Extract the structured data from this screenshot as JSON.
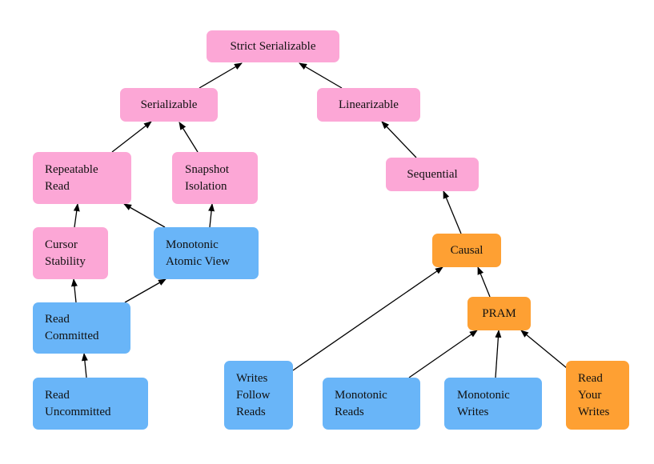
{
  "diagram": {
    "colors": {
      "pink": "#fca7d6",
      "blue": "#69b5f8",
      "orange": "#fea033",
      "edge": "#000000"
    },
    "nodes": {
      "strict_serializable": {
        "lines": [
          "Strict Serializable"
        ]
      },
      "serializable": {
        "lines": [
          "Serializable"
        ]
      },
      "linearizable": {
        "lines": [
          "Linearizable"
        ]
      },
      "repeatable_read": {
        "lines": [
          "Repeatable",
          "Read"
        ]
      },
      "snapshot_isolation": {
        "lines": [
          "Snapshot",
          "Isolation"
        ]
      },
      "sequential": {
        "lines": [
          "Sequential"
        ]
      },
      "cursor_stability": {
        "lines": [
          "Cursor",
          "Stability"
        ]
      },
      "monotonic_atomic_view": {
        "lines": [
          "Monotonic",
          "Atomic View"
        ]
      },
      "causal": {
        "lines": [
          "Causal"
        ]
      },
      "pram": {
        "lines": [
          "PRAM"
        ]
      },
      "read_committed": {
        "lines": [
          "Read",
          "Committed"
        ]
      },
      "read_uncommitted": {
        "lines": [
          "Read",
          "Uncommitted"
        ]
      },
      "writes_follow_reads": {
        "lines": [
          "Writes",
          "Follow",
          "Reads"
        ]
      },
      "monotonic_reads": {
        "lines": [
          "Monotonic",
          "Reads"
        ]
      },
      "monotonic_writes": {
        "lines": [
          "Monotonic",
          "Writes"
        ]
      },
      "read_your_writes": {
        "lines": [
          "Read",
          "Your",
          "Writes"
        ]
      }
    },
    "edges": [
      {
        "from": "serializable",
        "to": "strict_serializable"
      },
      {
        "from": "linearizable",
        "to": "strict_serializable"
      },
      {
        "from": "repeatable_read",
        "to": "serializable"
      },
      {
        "from": "snapshot_isolation",
        "to": "serializable"
      },
      {
        "from": "sequential",
        "to": "linearizable"
      },
      {
        "from": "cursor_stability",
        "to": "repeatable_read"
      },
      {
        "from": "monotonic_atomic_view",
        "to": "repeatable_read"
      },
      {
        "from": "monotonic_atomic_view",
        "to": "snapshot_isolation"
      },
      {
        "from": "causal",
        "to": "sequential"
      },
      {
        "from": "read_committed",
        "to": "cursor_stability"
      },
      {
        "from": "read_committed",
        "to": "monotonic_atomic_view"
      },
      {
        "from": "pram",
        "to": "causal"
      },
      {
        "from": "read_uncommitted",
        "to": "read_committed"
      },
      {
        "from": "writes_follow_reads",
        "to": "causal"
      },
      {
        "from": "monotonic_reads",
        "to": "pram"
      },
      {
        "from": "monotonic_writes",
        "to": "pram"
      },
      {
        "from": "read_your_writes",
        "to": "pram"
      }
    ]
  }
}
